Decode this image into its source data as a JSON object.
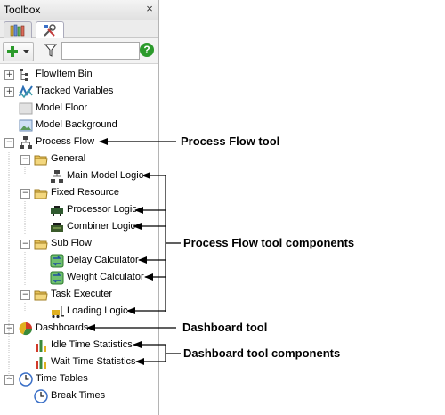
{
  "panel": {
    "title": "Toolbox",
    "close_glyph": "×",
    "tabs": [
      {
        "icon": "library-icon",
        "active": false
      },
      {
        "icon": "tools-icon",
        "active": true
      }
    ],
    "toolbar": {
      "add_icon": "plus-icon",
      "filter_icon": "funnel-icon",
      "filter_value": "",
      "help_glyph": "?"
    }
  },
  "tree": {
    "flowitem_bin": "FlowItem Bin",
    "tracked_variables": "Tracked Variables",
    "model_floor": "Model Floor",
    "model_background": "Model Background",
    "process_flow": "Process Flow",
    "general": "General",
    "main_model_logic": "Main Model Logic",
    "fixed_resource": "Fixed Resource",
    "processor_logic": "Processor Logic",
    "combiner_logic": "Combiner Logic",
    "sub_flow": "Sub Flow",
    "delay_calculator": "Delay Calculator",
    "weight_calculator": "Weight Calculator",
    "task_executer": "Task Executer",
    "loading_logic": "Loading Logic",
    "dashboards": "Dashboards",
    "idle_time_statistics": "Idle Time Statistics",
    "wait_time_statistics": "Wait Time Statistics",
    "time_tables": "Time Tables",
    "break_times": "Break Times"
  },
  "annotations": {
    "process_flow_tool": "Process Flow tool",
    "process_flow_components": "Process Flow tool components",
    "dashboard_tool": "Dashboard tool",
    "dashboard_components": "Dashboard tool components"
  },
  "colors": {
    "folder": "#e8c35a",
    "green": "#2b9a2b",
    "arrow": "#000000"
  }
}
